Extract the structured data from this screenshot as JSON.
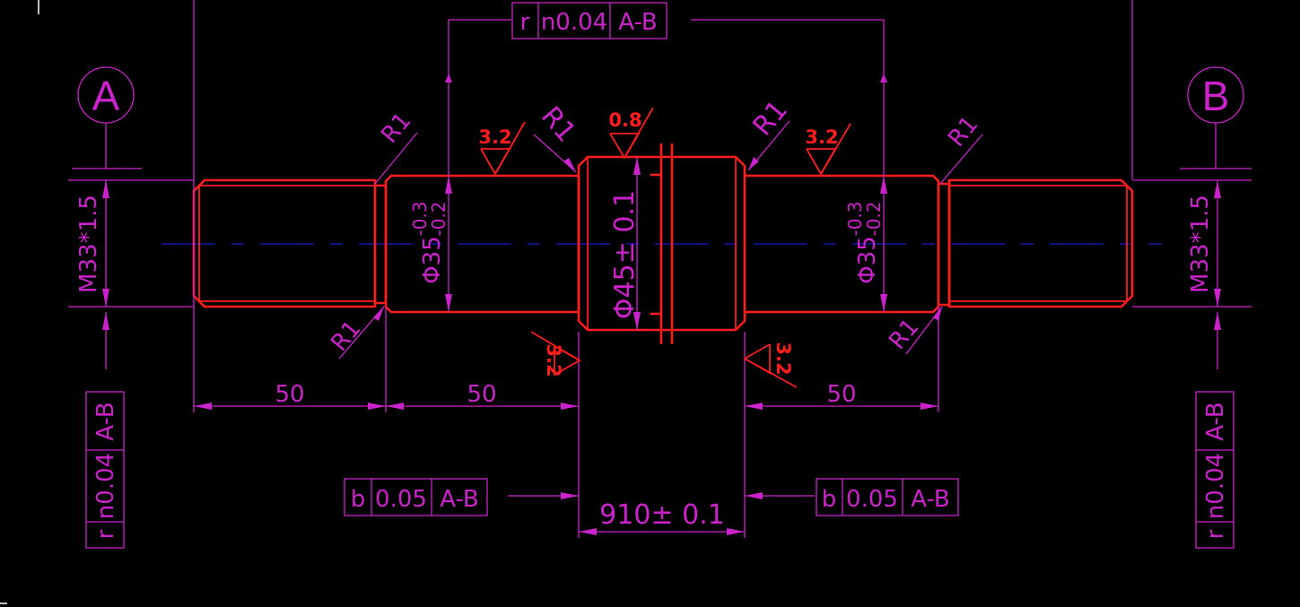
{
  "colors": {
    "background": "#000000",
    "dimension": "#cc22cc",
    "geometry": "#ff1c1c",
    "centerline": "#1a1acc"
  },
  "datums": {
    "left": "A",
    "right": "B"
  },
  "feature_frames": {
    "top": {
      "symbol": "r",
      "tolerance": "n0.04",
      "datum": "A-B"
    },
    "left_side": {
      "symbol": "r",
      "tolerance": "n0.04",
      "datum": "A-B"
    },
    "right_side": {
      "symbol": "r",
      "tolerance": "n0.04",
      "datum": "A-B"
    },
    "bottom_left": {
      "symbol": "b",
      "tolerance": "0.05",
      "datum": "A-B"
    },
    "bottom_right": {
      "symbol": "b",
      "tolerance": "0.05",
      "datum": "A-B"
    }
  },
  "dimensions": {
    "thread_left": "M33*1.5",
    "thread_right": "M33*1.5",
    "dia_left_journal": "Φ35",
    "dia_left_journal_tol_upper": "-0.3",
    "dia_left_journal_tol_lower": "-0.2",
    "dia_right_journal": "Φ35",
    "dia_right_journal_tol_upper": "-0.3",
    "dia_right_journal_tol_lower": "-0.2",
    "dia_center": "Φ45± 0.1",
    "length_1": "50",
    "length_2": "50",
    "length_3": "50",
    "length_center": "910± 0.1"
  },
  "radii": {
    "r_left_top": "R1",
    "r_left_bottom": "R1",
    "r_center_left": "R1",
    "r_center_right": "R1",
    "r_right_top": "R1",
    "r_right_bottom": "R1"
  },
  "roughness": {
    "left_journal_top": "3.2",
    "center_top": "0.8",
    "right_journal_top": "3.2",
    "center_left_face": "3.2",
    "center_right_face": "3.2"
  }
}
